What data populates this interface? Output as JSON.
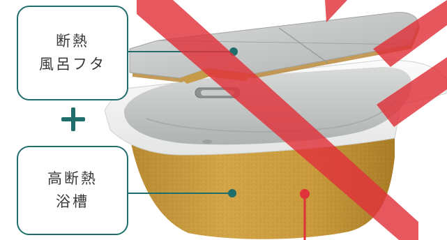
{
  "labels": {
    "lid": {
      "line1": "断熱",
      "line2": "風呂フタ"
    },
    "tub": {
      "line1": "高断熱",
      "line2": "浴槽"
    }
  },
  "icons": {
    "plus": "plus-icon",
    "cross_mark": "cross-mark-overlay"
  },
  "colors": {
    "accent_teal": "#1f6e6b",
    "marker_red": "#e0323a",
    "tub_body": "#c99a3c",
    "lid_surface": "#c4c6c5",
    "rim_white": "#f3f4f3"
  }
}
